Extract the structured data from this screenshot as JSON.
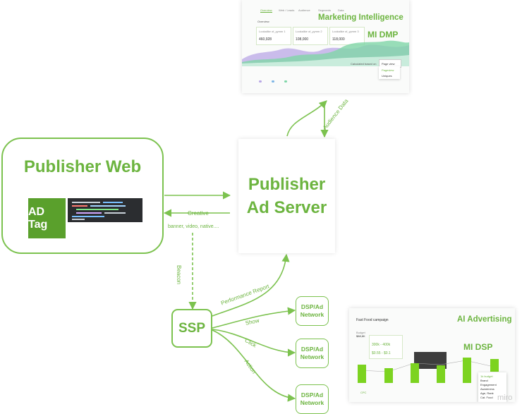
{
  "publisher_web": {
    "title": "Publisher Web",
    "ad_tag": "AD Tag"
  },
  "ad_server": {
    "title_line1": "Publisher",
    "title_line2": "Ad Server"
  },
  "ssp": {
    "label": "SSP"
  },
  "dsp_nodes": [
    {
      "line1": "DSP/Ad",
      "line2": "Network"
    },
    {
      "line1": "DSP/Ad",
      "line2": "Network"
    },
    {
      "line1": "DSP/Ad",
      "line2": "Network"
    }
  ],
  "edges": {
    "creative": "Creative",
    "creative_types": "banner, video, native....",
    "beacon": "Beacon",
    "audience_data": "Audience Data",
    "performance_report": "Performance Report",
    "show": "Show",
    "click": "Click",
    "action": "Action"
  },
  "dmp_screenshot": {
    "title": "Marketing Intelligence",
    "subtitle": "MI DMP",
    "overview": "Overview",
    "tabs": [
      "Overview",
      "Web / Leads",
      "Audience",
      "Segments",
      "Data"
    ],
    "segment_cards": [
      {
        "label": "Lookalike of_yymm 1",
        "value": "460,928"
      },
      {
        "label": "Lookalike of_yymm 2",
        "value": "108,000"
      },
      {
        "label": "Lookalike of_yymm 3",
        "value": "118,000"
      }
    ],
    "dropdown_label": "Calculated based on",
    "dropdown_value": "Page view",
    "dropdown_options": [
      "Pageview",
      "Uniques"
    ]
  },
  "dsp_screenshot": {
    "title": "AI Advertising",
    "subtitle": "MI DSP",
    "campaign": "Fast Food campaign",
    "budget_label": "Budget",
    "budget_value": "$88,8K",
    "range1": "300k - 400k",
    "range2": "$0.55 - $0.1",
    "menu_items": [
      "1k budget",
      "Brand",
      "Engagement",
      "Awareness",
      "Age, Rank",
      "Cat. Food"
    ],
    "legend": "CPC",
    "watermark": "miro"
  },
  "colors": {
    "accent": "#6cb43f",
    "line": "#7cc24f",
    "dark_green": "#5aa02c",
    "code_bg": "#2b2d30"
  }
}
